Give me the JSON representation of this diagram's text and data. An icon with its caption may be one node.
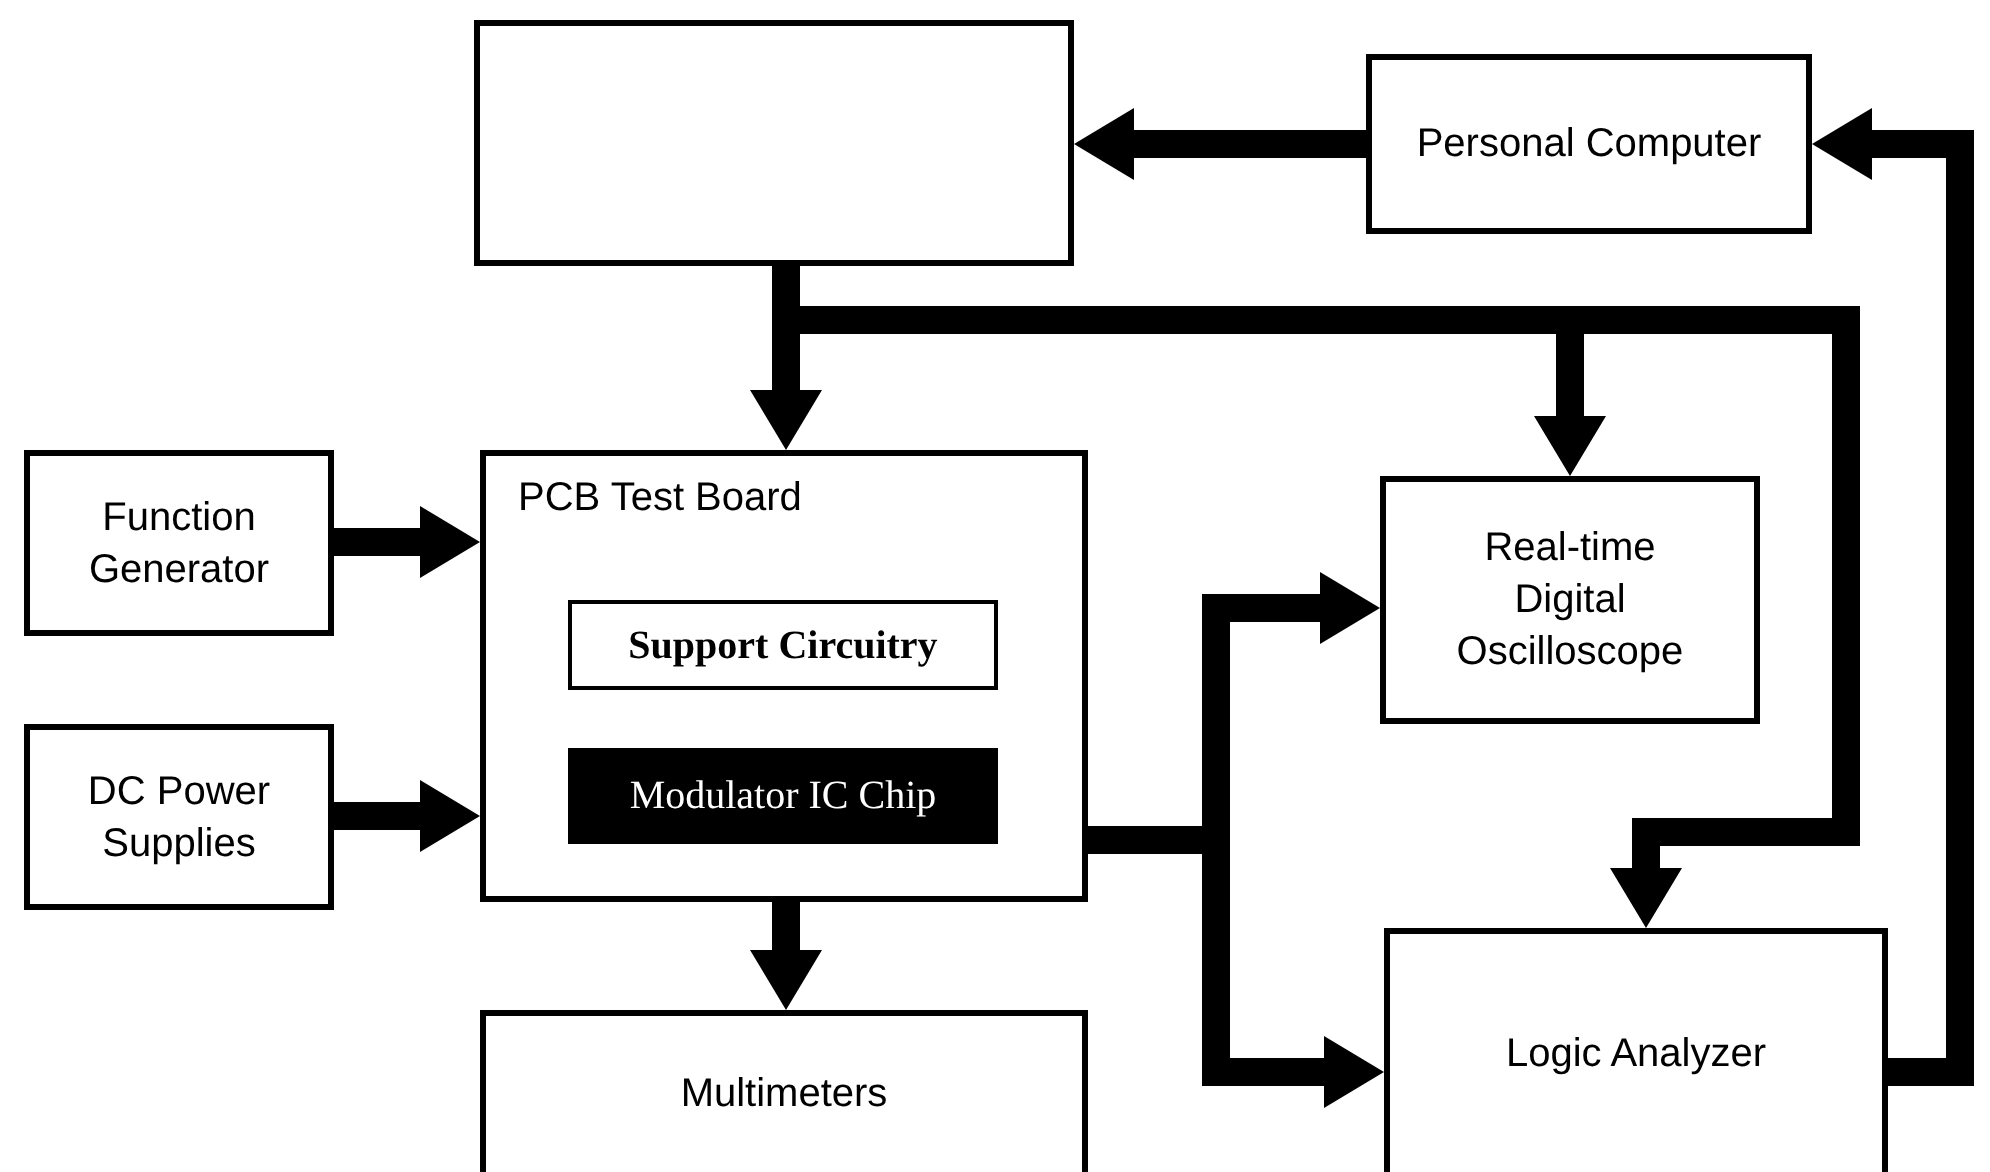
{
  "diagram": {
    "nodes": [
      {
        "text": [],
        "shape": "box"
      },
      {
        "text": [
          "Personal Computer"
        ]
      },
      {
        "text": [
          "Function Generator"
        ]
      },
      {
        "text": [
          "PCB Test Board"
        ]
      },
      {
        "text": [
          "Support Circuitry"
        ],
        "in": 3
      },
      {
        "text": [
          "Modulator IC Chip"
        ],
        "in": 3
      },
      {
        "text": [
          "DC Power Supplies"
        ]
      },
      {
        "text": [
          "Real-time Digital Oscilloscope"
        ]
      },
      {
        "text": [
          "Multimeters"
        ]
      },
      {
        "text": [
          "Logic Analyzer"
        ]
      }
    ],
    "edges": [
      {
        "from": 1,
        "to": 0,
        "arrow": "to"
      },
      {
        "from": 9,
        "to": 1,
        "arrow": "to"
      },
      {
        "from": 0,
        "to": 3,
        "arrow": "to"
      },
      {
        "from": 0,
        "to": 7,
        "arrow": "to"
      },
      {
        "from": 0,
        "to": 9,
        "arrow": "to"
      },
      {
        "from": 2,
        "to": 3,
        "arrow": "to"
      },
      {
        "from": 6,
        "to": 3,
        "arrow": "to"
      },
      {
        "from": 3,
        "to": 8,
        "arrow": "to"
      },
      {
        "from": 3,
        "to": 7,
        "arrow": "to"
      },
      {
        "from": 3,
        "to": 9,
        "arrow": "to"
      }
    ]
  }
}
